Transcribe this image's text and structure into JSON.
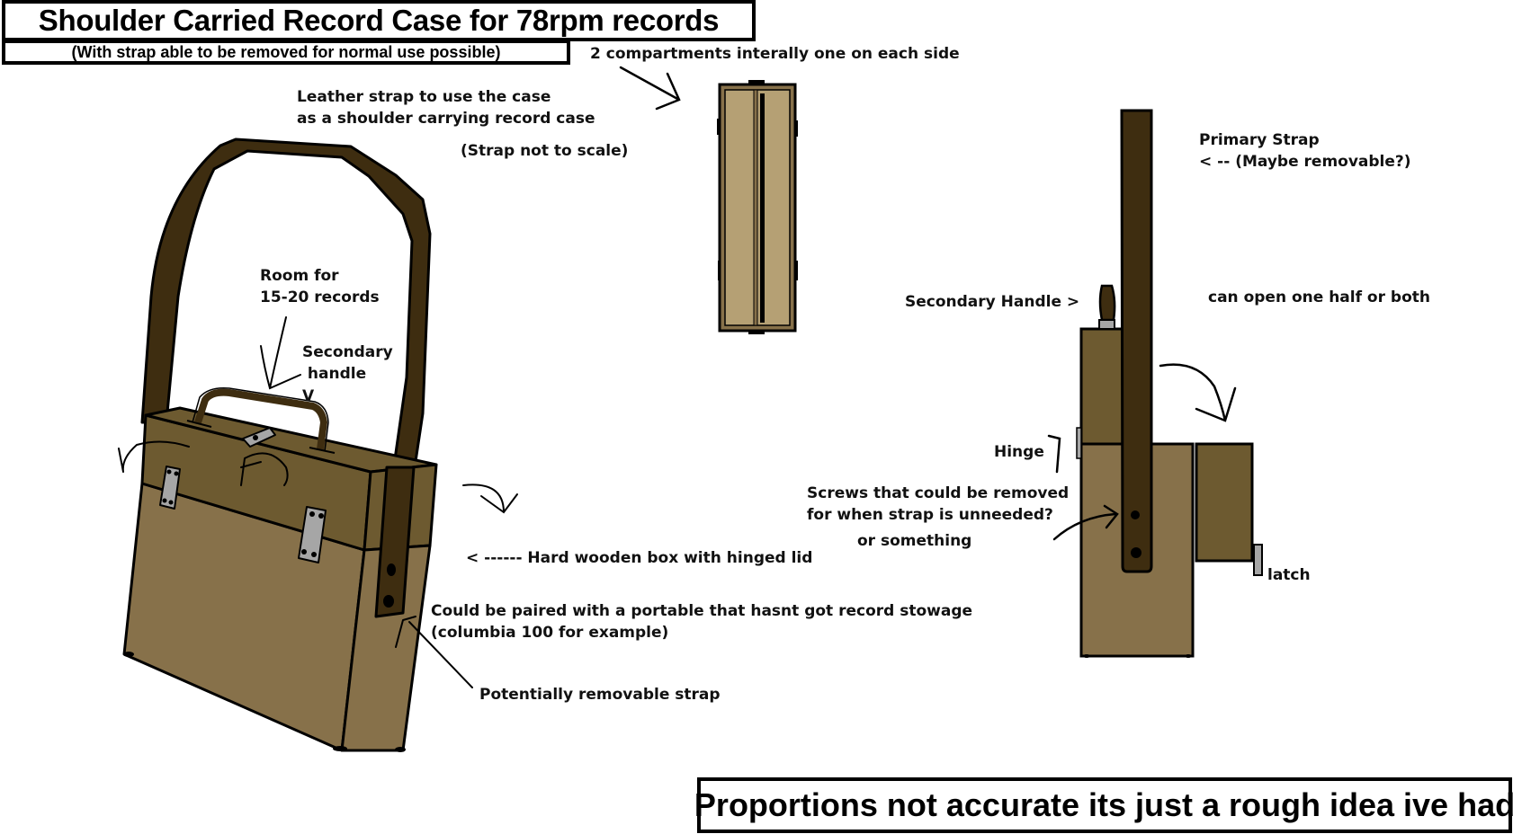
{
  "title": "Shoulder Carried Record Case for 78rpm records",
  "subtitle": "(With strap able to be removed for normal use possible)",
  "footer_note": "Proportions not accurate its just a rough idea ive had",
  "colors": {
    "strap": "#3e2d10",
    "lid": "#6d5a30",
    "box": "#87714a",
    "top_view": "#b5a074",
    "metal": "#a6a6a6",
    "outline": "#000000"
  },
  "annotations": {
    "compartments": "2 compartments interally one on each side",
    "leather_strap": "Leather strap to use the case\nas a shoulder carrying record case",
    "strap_scale": "(Strap not to scale)",
    "room_for": "Room for\n15-20 records",
    "secondary_handle": "Secondary\n handle",
    "secondary_handle_arrow": "V",
    "hard_box": "< ------ Hard wooden box with hinged lid",
    "paired_with": "Could be paired with a portable that hasnt got record stowage\n(columbia 100 for example)",
    "removable_strap": "Potentially removable strap",
    "primary_strap": "Primary Strap\n< -- (Maybe removable?)",
    "secondary_handle_side": "Secondary Handle >",
    "open_half": "can open one half or both",
    "hinge": "Hinge",
    "screws": "Screws that could be removed\nfor when strap is unneeded?",
    "or_something": "or something",
    "latch": "latch"
  }
}
